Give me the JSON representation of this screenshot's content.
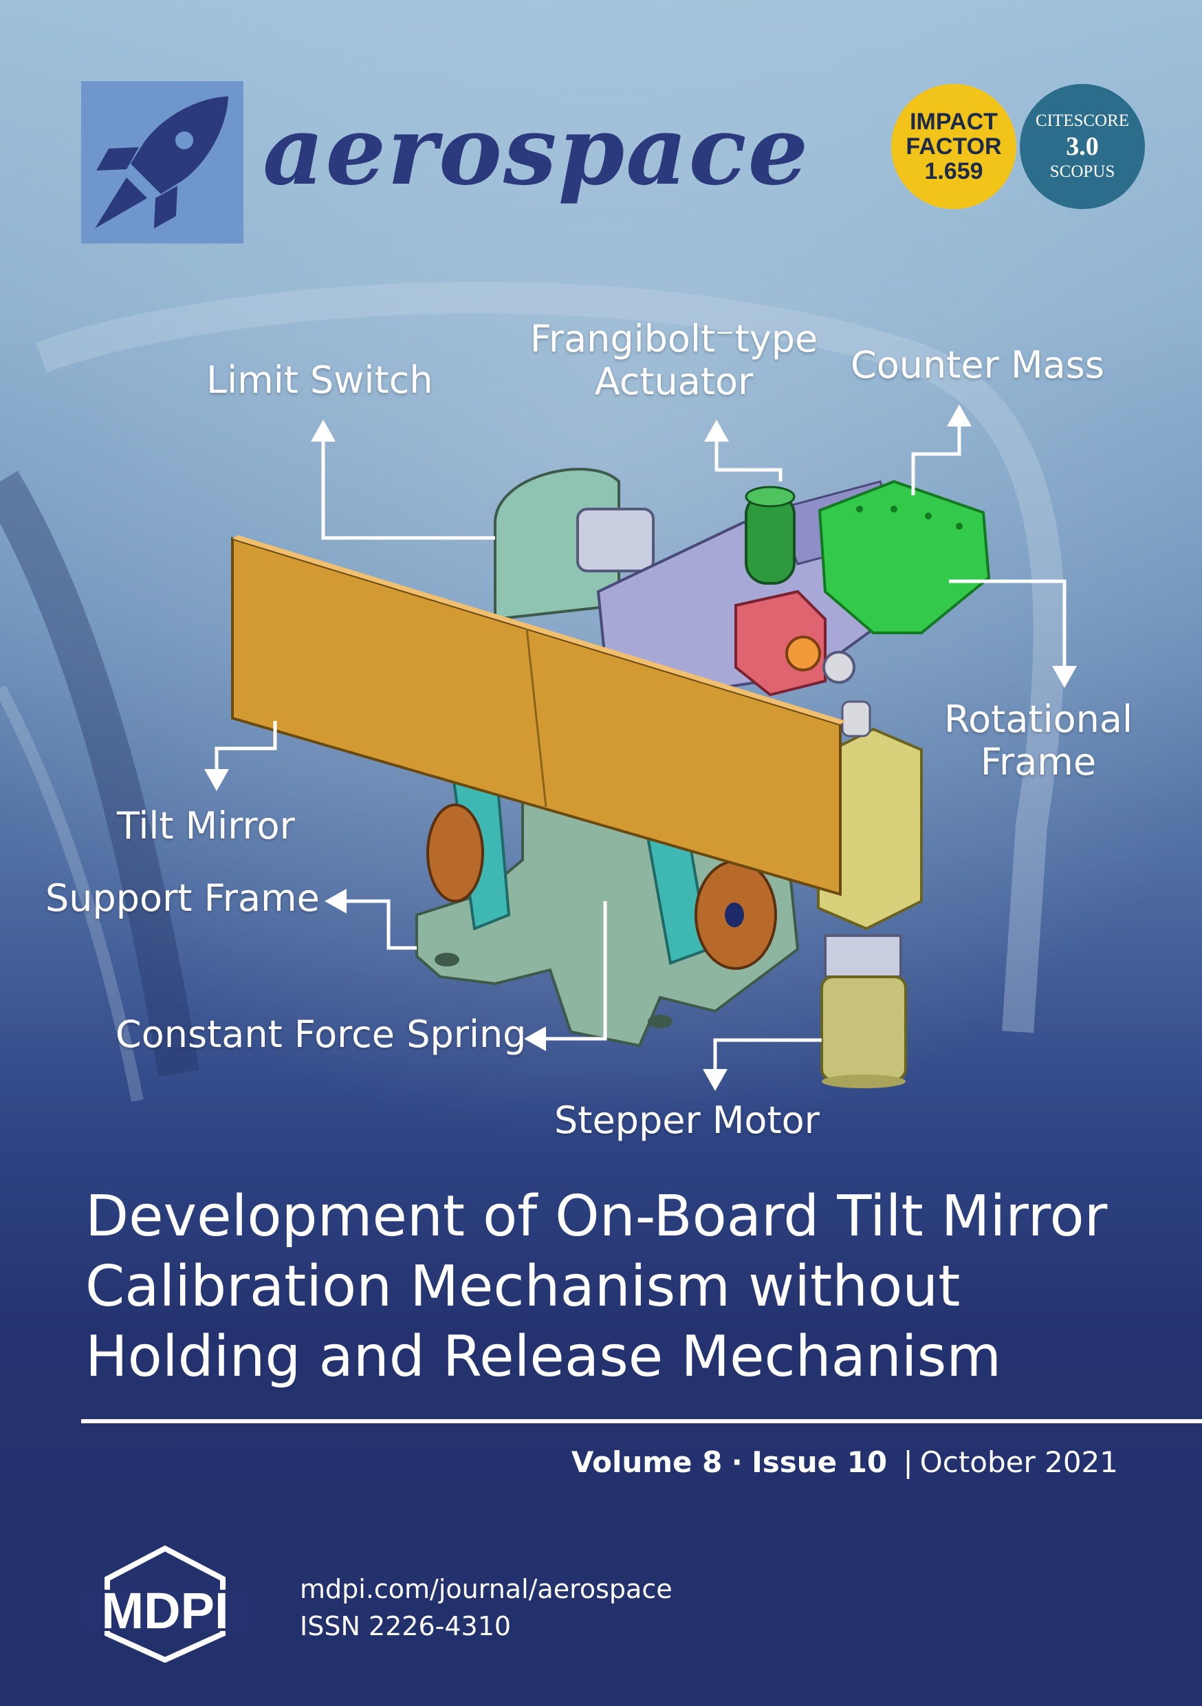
{
  "journal": {
    "name": "aerospace",
    "impact_factor": {
      "line1": "IMPACT",
      "line2": "FACTOR",
      "value": "1.659"
    },
    "citescore": {
      "label": "CITESCORE",
      "value": "3.0",
      "source": "SCOPUS"
    }
  },
  "figure": {
    "labels": {
      "limit_switch": "Limit Switch",
      "frangibolt_line1": "Frangibolt⁻type",
      "frangibolt_line2": "Actuator",
      "counter_mass": "Counter Mass",
      "rotational_line1": "Rotational",
      "rotational_line2": "Frame",
      "tilt_mirror": "Tilt Mirror",
      "support_frame": "Support Frame",
      "constant_force_spring": "Constant Force Spring",
      "stepper_motor": "Stepper Motor"
    }
  },
  "article": {
    "title_line1": "Development of On-Board Tilt Mirror",
    "title_line2": "Calibration Mechanism without",
    "title_line3": "Holding and Release Mechanism"
  },
  "issue": {
    "volume": "Volume 8",
    "separator": "·",
    "number": "Issue 10",
    "divider": "|",
    "date": "October 2021"
  },
  "publisher": {
    "name": "MDPI",
    "url": "mdpi.com/journal/aerospace",
    "issn": "ISSN 2226-4310"
  },
  "colors": {
    "background_top": "#9fc0da",
    "background_bottom": "#22306b",
    "logo_box": "#6f97cb",
    "journal_text": "#2b3a7c",
    "impact_badge": "#f2c41a",
    "citescore_badge": "#2b6d8b",
    "mirror": "#d39a34"
  }
}
